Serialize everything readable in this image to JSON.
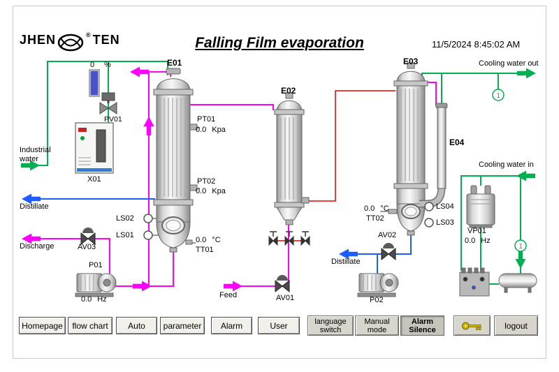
{
  "header": {
    "logo": {
      "left": "JHEN",
      "right": "TEN",
      "reg": "®"
    },
    "title": "Falling Film evaporation",
    "datetime": "11/5/2024 8:45:02 AM"
  },
  "streams": {
    "industrial_water": {
      "line1": "Industrial",
      "line2": "water"
    },
    "distillate_left": "Distillate",
    "discharge": "Discharge",
    "feed": "Feed",
    "distillate_right": "Distillate",
    "cooling_water_out": "Cooling water out",
    "cooling_water_in": "Cooling water in"
  },
  "equipment": {
    "e01": "E01",
    "e02": "E02",
    "e03": "E03",
    "e04": "E04",
    "pv01": "PV01",
    "x01": "X01",
    "p01": "P01",
    "p02": "P02",
    "av01": "AV01",
    "av02": "AV02",
    "av03": "AV03",
    "vp01": "VP01"
  },
  "instruments": {
    "pv01_gauge": {
      "value": "0",
      "unit": "%"
    },
    "pt01": {
      "tag": "PT01",
      "value": "0.0",
      "unit": "Kpa"
    },
    "pt02": {
      "tag": "PT02",
      "value": "0.0",
      "unit": "Kpa"
    },
    "tt01": {
      "tag": "TT01",
      "value": "0.0",
      "unit": "°C"
    },
    "tt02": {
      "tag": "TT02",
      "value": "0.0",
      "unit": "°C"
    },
    "ls01": "LS01",
    "ls02": "LS02",
    "ls03": "LS03",
    "ls04": "LS04",
    "p01_freq": {
      "value": "0.0",
      "unit": "Hz"
    },
    "vp01_freq": {
      "value": "0.0",
      "unit": "Hz"
    },
    "flow_indicator_top": "1",
    "flow_indicator_right": "1"
  },
  "nav_buttons": [
    {
      "label": "Homepage"
    },
    {
      "label": "flow chart"
    },
    {
      "label": "Auto"
    },
    {
      "label": "parameter"
    },
    {
      "label": "Alarm"
    },
    {
      "label": "User"
    }
  ],
  "mode_buttons": [
    {
      "line1": "language",
      "line2": "switch"
    },
    {
      "line1": "Manual",
      "line2": "mode"
    },
    {
      "line1": "Alarm",
      "line2": "Silence"
    }
  ],
  "logout_label": "logout",
  "colors": {
    "pipe_green": "#00b050",
    "pipe_magenta": "#ff00ff",
    "pipe_blue": "#1d5dff",
    "pipe_red": "#e00000",
    "gauge_blue": "#4953c8",
    "key_yellow": "#ccb800"
  }
}
